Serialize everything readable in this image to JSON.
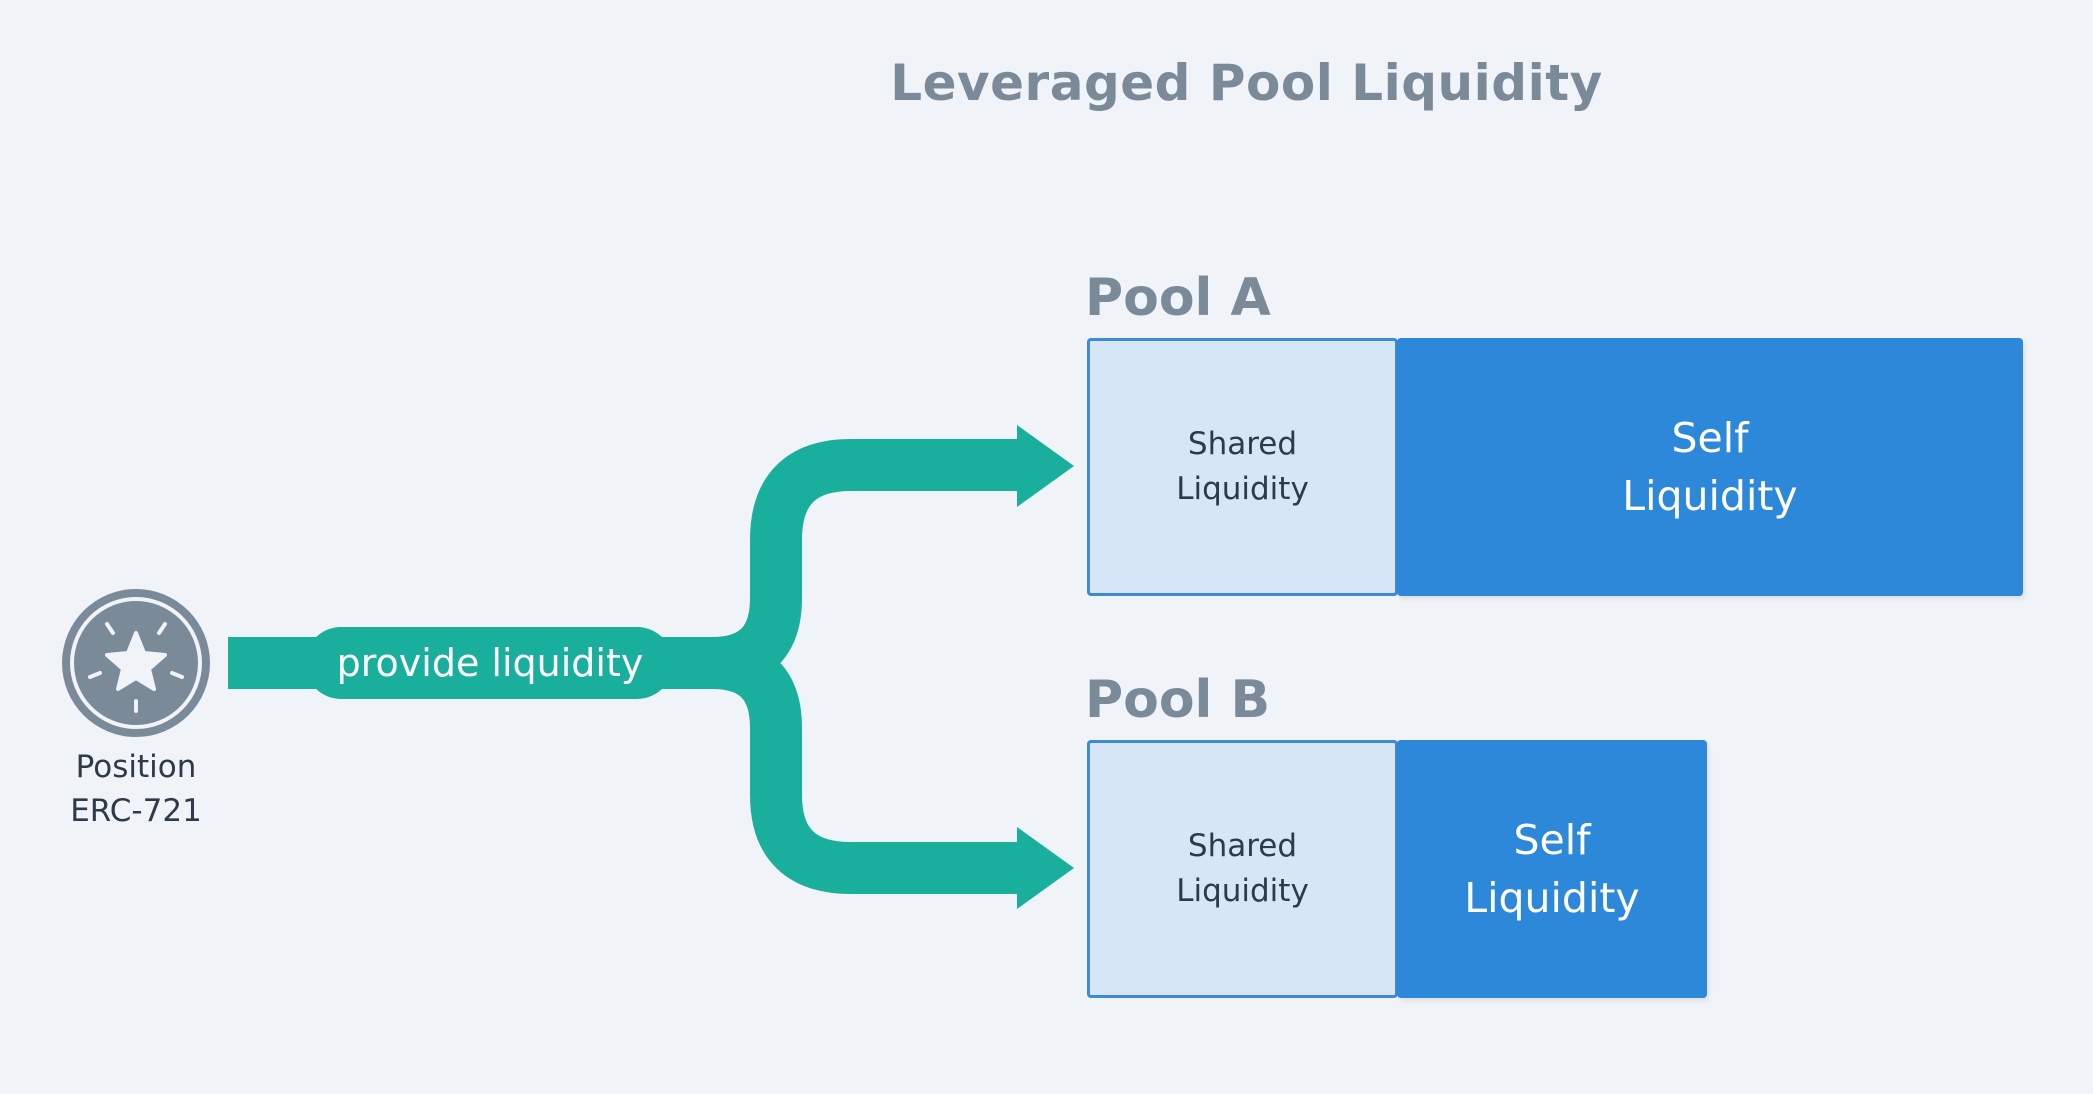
{
  "title": "Leveraged Pool Liquidity",
  "position": {
    "label": "Position\nERC-721",
    "icon": "star-badge-icon"
  },
  "flow": {
    "label": "provide liquidity",
    "color": "#1aaf9c"
  },
  "pools": [
    {
      "name": "Pool A",
      "shared_label": "Shared\nLiquidity",
      "self_label": "Self\nLiquidity"
    },
    {
      "name": "Pool B",
      "shared_label": "Shared\nLiquidity",
      "self_label": "Self\nLiquidity"
    }
  ],
  "colors": {
    "background": "#f0f3f7",
    "title": "#7b8a99",
    "shared_fill": "#d6e6f6",
    "shared_border": "#3d8ad6",
    "self_fill": "#2e88da",
    "icon": "#7b8a99"
  }
}
